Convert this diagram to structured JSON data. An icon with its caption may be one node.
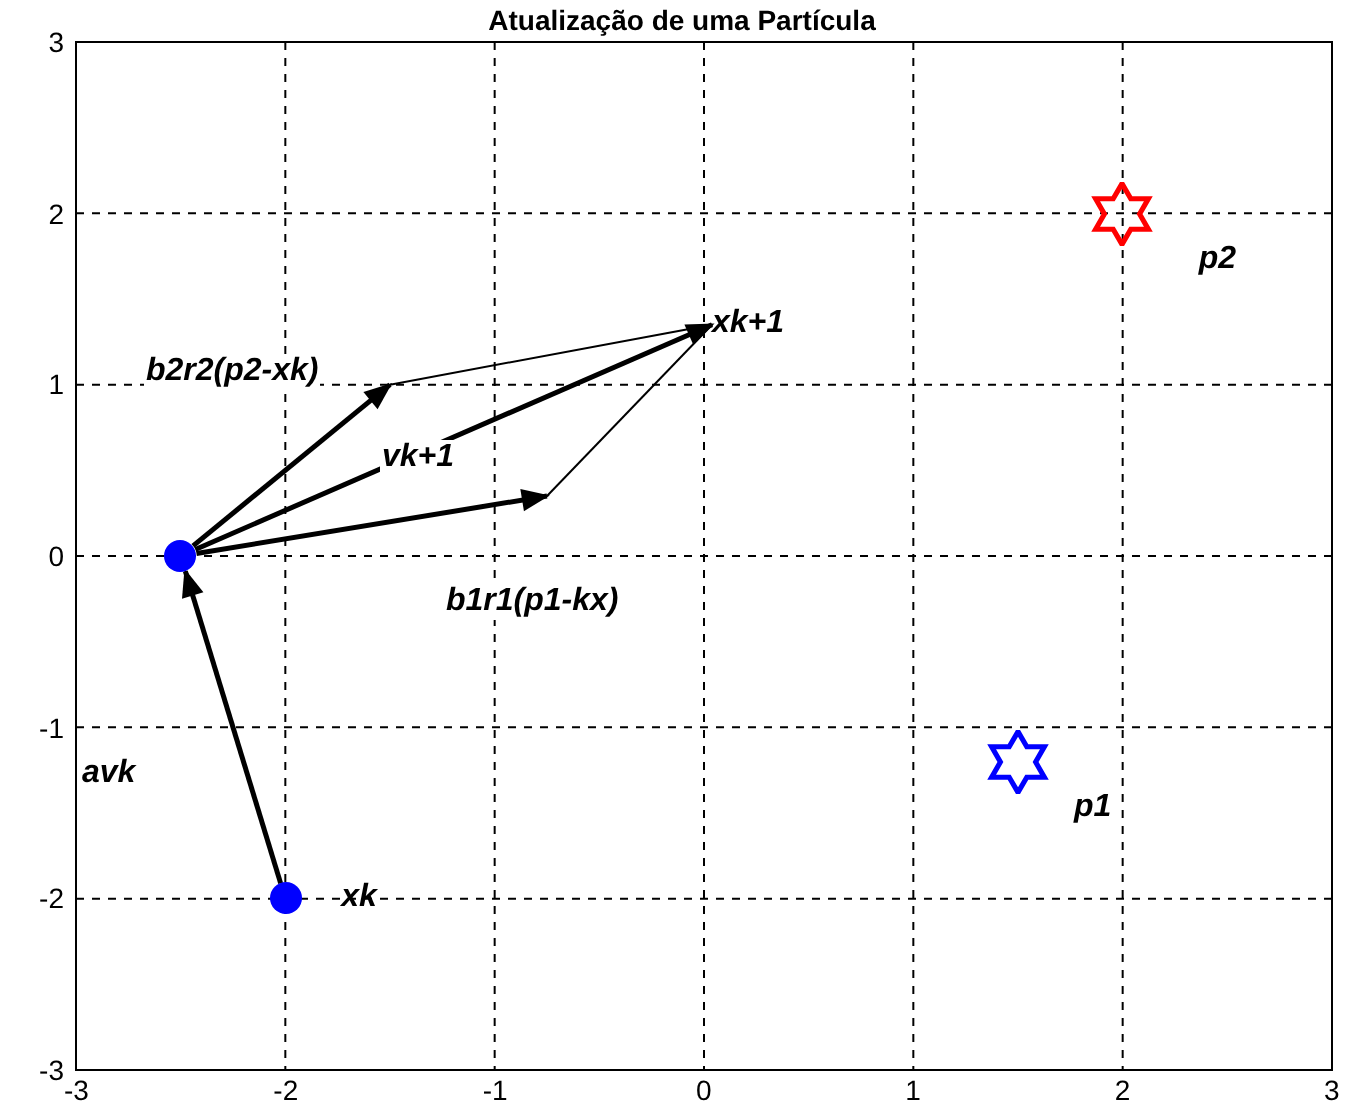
{
  "diagram": {
    "title": "Atualização de uma Partícula",
    "nodes": [
      {
        "text": [],
        "shape": "circle",
        "beside": [
          "xk"
        ]
      },
      {
        "text": [],
        "shape": "circle"
      },
      {
        "text": [
          "xk+1"
        ]
      },
      {
        "text": [],
        "shape": "star",
        "beside": [
          "p2"
        ]
      },
      {
        "text": [],
        "shape": "star",
        "beside": [
          "p1"
        ]
      }
    ],
    "edges": [
      {
        "from": 0,
        "to": 1,
        "arrow": "to",
        "label": "avk"
      },
      {
        "from": 1,
        "to": null,
        "arrow": "to",
        "label": "b2r2(p2-xk)"
      },
      {
        "from": 1,
        "to": 2,
        "arrow": "to",
        "label": "vk+1"
      },
      {
        "from": 1,
        "to": null,
        "arrow": "to",
        "label": "b1r1(p1-kx)"
      },
      {
        "from": null,
        "to": 2,
        "arrow": "none"
      },
      {
        "from": null,
        "to": 2,
        "arrow": "none"
      }
    ],
    "labels": [
      "3",
      "2",
      "1",
      "0",
      "-1",
      "-2",
      "-3",
      "-3",
      "-2",
      "-1",
      "0",
      "1",
      "2",
      "3"
    ]
  }
}
